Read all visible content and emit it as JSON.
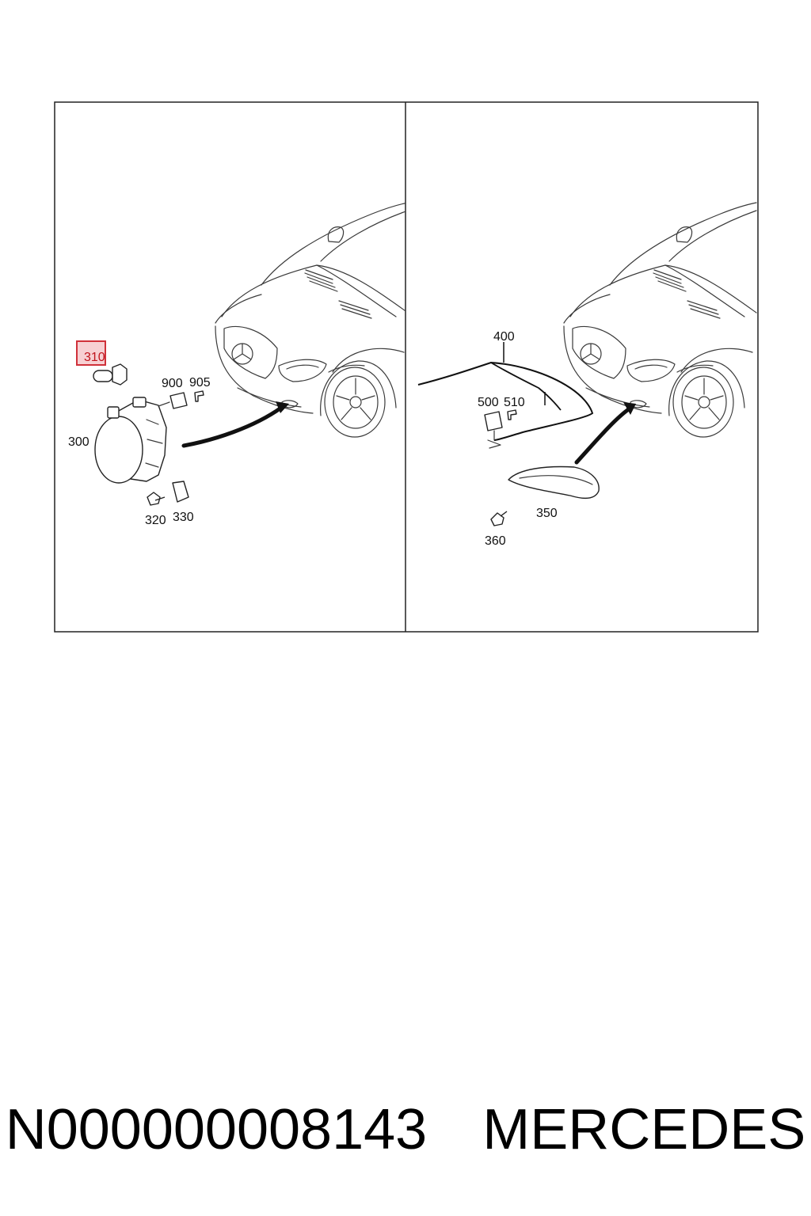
{
  "diagram": {
    "callouts_left": [
      "310",
      "900",
      "905",
      "300",
      "320",
      "330"
    ],
    "callouts_right": [
      "400",
      "500",
      "510",
      "350",
      "360"
    ],
    "highlighted_callout": "310",
    "highlight_color": "#d0313a",
    "highlight_fill": "#f7d0d3"
  },
  "footer": {
    "part_number": "N000000008143",
    "brand": "MERCEDES"
  }
}
